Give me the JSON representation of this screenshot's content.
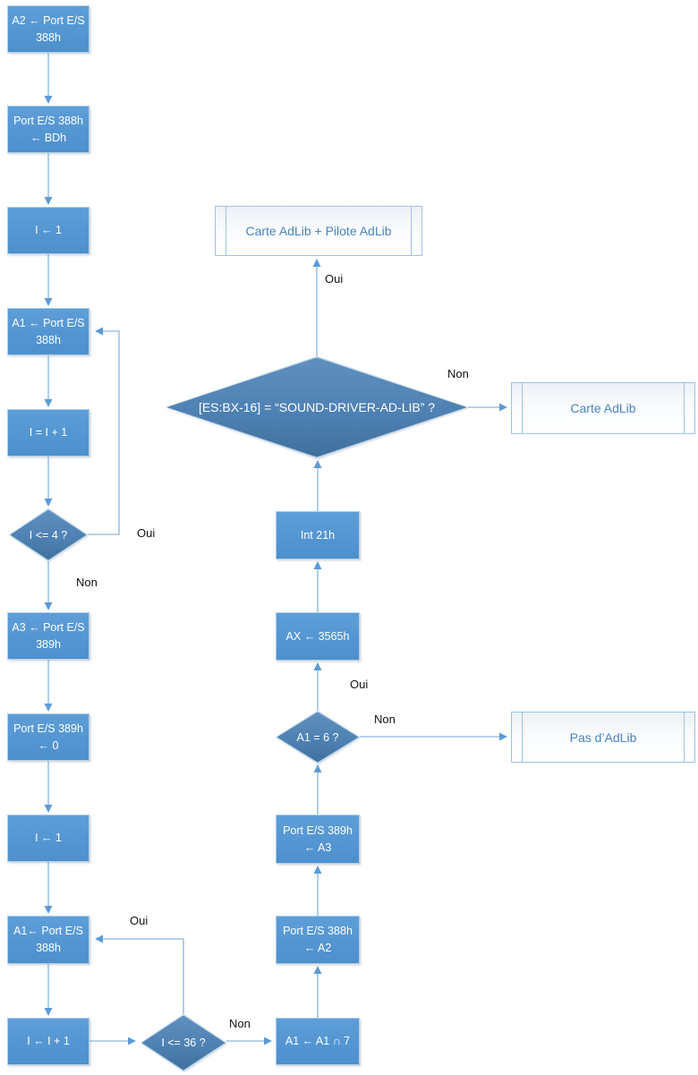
{
  "diagram_type": "flowchart",
  "colors": {
    "process_fill": "#5b9bd5",
    "decision_fill": "#4e81b3",
    "shape_border": "#b3cfe9",
    "connector_line": "#9dc3e6",
    "arrowhead": "#5b9bd5",
    "shape_text": "#ffffff",
    "terminator_fill": "#ffffff",
    "terminator_border": "#9dc3e6",
    "terminator_text": "#4a84be",
    "edge_label_text": "#111111"
  },
  "nodes": {
    "a2_read": {
      "type": "process",
      "label": "A2 ← Port E/S 388h"
    },
    "write_bdh": {
      "type": "process",
      "label": "Port E/S 388h ← BDh"
    },
    "i_init_1": {
      "type": "process",
      "label": "I ← 1"
    },
    "a1_read_1": {
      "type": "process",
      "label": "A1 ← Port E/S 388h"
    },
    "i_incr_1": {
      "type": "process",
      "label": "I = I + 1"
    },
    "i_le_4": {
      "type": "decision",
      "label": "I <= 4 ?"
    },
    "a3_read": {
      "type": "process",
      "label": "A3 ← Port E/S 389h"
    },
    "write_0": {
      "type": "process",
      "label": "Port E/S 389h ← 0"
    },
    "i_init_2": {
      "type": "process",
      "label": "I ← 1"
    },
    "a1_read_2": {
      "type": "process",
      "label": "A1← Port E/S 388h"
    },
    "i_incr_2": {
      "type": "process",
      "label": "I ← I + 1"
    },
    "i_le_36": {
      "type": "decision",
      "label": "I <= 36 ?"
    },
    "a1_and_7": {
      "type": "process",
      "label": "A1 ← A1 ∩ 7"
    },
    "restore_388": {
      "type": "process",
      "label": "Port E/S 388h ← A2"
    },
    "restore_389": {
      "type": "process",
      "label": "Port E/S 389h ← A3"
    },
    "a1_eq_6": {
      "type": "decision",
      "label": "A1 = 6 ?"
    },
    "ax_3565": {
      "type": "process",
      "label": "AX ← 3565h"
    },
    "int_21h": {
      "type": "process",
      "label": "Int 21h"
    },
    "check_driver": {
      "type": "decision",
      "label": "[ES:BX-16] = “SOUND-DRIVER-AD-LIB” ?"
    },
    "carte_pilote": {
      "type": "predefined",
      "label": "Carte AdLib + Pilote AdLib"
    },
    "carte_adlib": {
      "type": "predefined",
      "label": "Carte AdLib"
    },
    "pas_adlib": {
      "type": "predefined",
      "label": "Pas d’AdLib"
    }
  },
  "edge_labels": {
    "i_le_4_oui": "Oui",
    "i_le_4_non": "Non",
    "i_le_36_oui": "Oui",
    "i_le_36_non": "Non",
    "a1_eq_6_oui": "Oui",
    "a1_eq_6_non": "Non",
    "check_driver_oui": "Oui",
    "check_driver_non": "Non"
  },
  "edges": [
    {
      "from": "a2_read",
      "to": "write_bdh",
      "label": ""
    },
    {
      "from": "write_bdh",
      "to": "i_init_1",
      "label": ""
    },
    {
      "from": "i_init_1",
      "to": "a1_read_1",
      "label": ""
    },
    {
      "from": "a1_read_1",
      "to": "i_incr_1",
      "label": ""
    },
    {
      "from": "i_incr_1",
      "to": "i_le_4",
      "label": ""
    },
    {
      "from": "i_le_4",
      "to": "a1_read_1",
      "label": "Oui"
    },
    {
      "from": "i_le_4",
      "to": "a3_read",
      "label": "Non"
    },
    {
      "from": "a3_read",
      "to": "write_0",
      "label": ""
    },
    {
      "from": "write_0",
      "to": "i_init_2",
      "label": ""
    },
    {
      "from": "i_init_2",
      "to": "a1_read_2",
      "label": ""
    },
    {
      "from": "a1_read_2",
      "to": "i_incr_2",
      "label": ""
    },
    {
      "from": "i_incr_2",
      "to": "i_le_36",
      "label": ""
    },
    {
      "from": "i_le_36",
      "to": "a1_read_2",
      "label": "Oui"
    },
    {
      "from": "i_le_36",
      "to": "a1_and_7",
      "label": "Non"
    },
    {
      "from": "a1_and_7",
      "to": "restore_388",
      "label": ""
    },
    {
      "from": "restore_388",
      "to": "restore_389",
      "label": ""
    },
    {
      "from": "restore_389",
      "to": "a1_eq_6",
      "label": ""
    },
    {
      "from": "a1_eq_6",
      "to": "ax_3565",
      "label": "Oui"
    },
    {
      "from": "a1_eq_6",
      "to": "pas_adlib",
      "label": "Non"
    },
    {
      "from": "ax_3565",
      "to": "int_21h",
      "label": ""
    },
    {
      "from": "int_21h",
      "to": "check_driver",
      "label": ""
    },
    {
      "from": "check_driver",
      "to": "carte_pilote",
      "label": "Oui"
    },
    {
      "from": "check_driver",
      "to": "carte_adlib",
      "label": "Non"
    }
  ]
}
